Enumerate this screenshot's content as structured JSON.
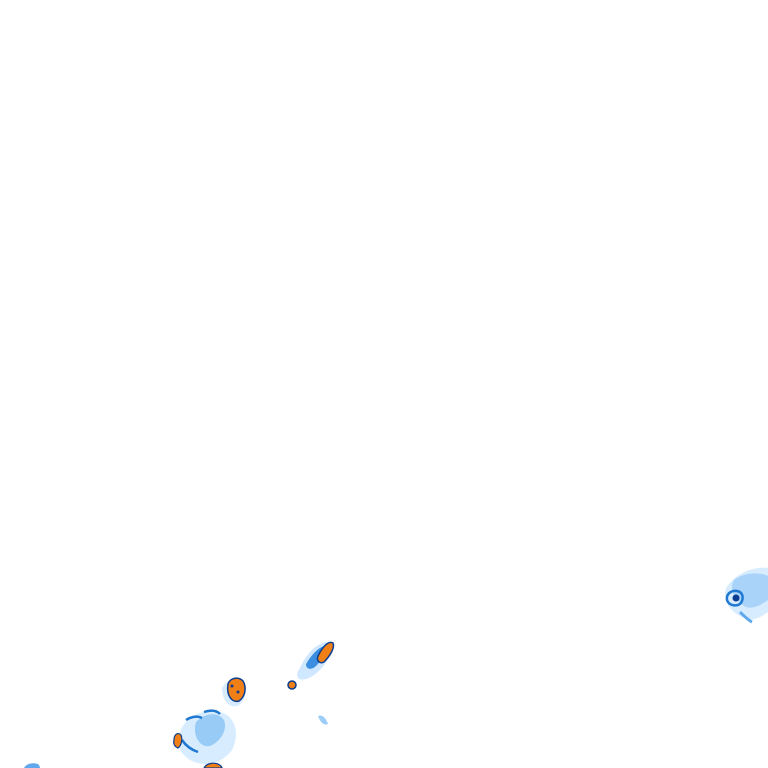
{
  "map": {
    "background_color": "#ffffff",
    "layer_type": "precipitation-radar-overlay",
    "palette": {
      "light": "#cfe8ff",
      "medium": "#7fbef5",
      "strong": "#1f78d1",
      "outline": "#0b3d91",
      "heavy": "#f07f16"
    },
    "cells": [
      {
        "id": "cell-east",
        "intensity": "medium"
      },
      {
        "id": "cell-center-north",
        "intensity": "heavy"
      },
      {
        "id": "cell-center-west",
        "intensity": "heavy"
      },
      {
        "id": "cell-southwest",
        "intensity": "heavy"
      },
      {
        "id": "cell-center-small",
        "intensity": "medium"
      },
      {
        "id": "cell-far-southwest",
        "intensity": "light"
      }
    ]
  }
}
